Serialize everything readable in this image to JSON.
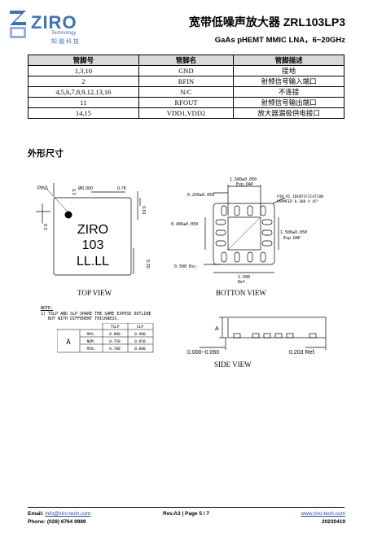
{
  "logo": {
    "wordmark": "ZIRO",
    "tagline": "Technology",
    "chinese": "知融科技"
  },
  "header": {
    "title_cn": "宽带低噪声放大器",
    "model": "ZRL103LP3",
    "subtitle": "GaAs pHEMT MMIC LNA，6~20GHz"
  },
  "pin_table": {
    "headers": [
      "管脚号",
      "管脚名",
      "管脚描述"
    ],
    "rows": [
      [
        "1,3,10",
        "GND",
        "接地"
      ],
      [
        "2",
        "RFIN",
        "射频信号输入端口"
      ],
      [
        "4,5,6,7,8,9,12,13,16",
        "N/C",
        "不连接"
      ],
      [
        "11",
        "RFOUT",
        "射频信号输出端口"
      ],
      [
        "14,15",
        "VDD1,VDD2",
        "放大器漏极供电接口"
      ]
    ]
  },
  "section_title": "外形尺寸",
  "top_view": {
    "caption": "TOP VIEW",
    "pin1_label": "PIN1",
    "dims": [
      "0.3",
      "Ø0.300",
      "0.78",
      "0.61",
      "0.3",
      "0.20"
    ],
    "marking": [
      "ZIRO",
      "103",
      "LL.LL"
    ]
  },
  "bottom_view": {
    "caption": "BOTTON VIEW",
    "dims": [
      "1.500±0.050",
      "Exp.DAP",
      "0.250±0.050",
      "0.400±0.050",
      "1.500±0.050",
      "Exp.DAP",
      "0.500 Bsc",
      "1.500",
      "Ref."
    ],
    "pin1_note": [
      "PIN #1 IDENTIFICATION",
      "CHAMFER 0.300 X 45°"
    ]
  },
  "note": {
    "title": "NOTE:",
    "line1": "1) TSLP AND SLP SHARE THE SAME EXPOSE OUTLINE",
    "line2": "   BUT WITH DIFFERENT THICKNESS.",
    "table": {
      "col_headers": [
        "TSLP",
        "SLP"
      ],
      "symbol": "A",
      "rows": [
        [
          "MAX.",
          "0.800",
          "0.900"
        ],
        [
          "NOM.",
          "0.750",
          "0.850"
        ],
        [
          "MIN.",
          "0.700",
          "0.800"
        ]
      ]
    }
  },
  "side_view": {
    "caption": "SIDE VIEW",
    "label_a": "A",
    "dim_left": "0.000~0.050",
    "dim_right": "0.203 Ref."
  },
  "footer": {
    "email_label": "Email:",
    "email": "info@ziro-tech.com",
    "phone_label": "Phone:",
    "phone": "(028) 6764 9989",
    "rev": "Rev.A3 | Page 5 / 7",
    "website": "www.ziro-tech.com",
    "date": "20230419"
  },
  "colors": {
    "brand": "#3f73b7",
    "table_header": "#d9d9d9"
  }
}
